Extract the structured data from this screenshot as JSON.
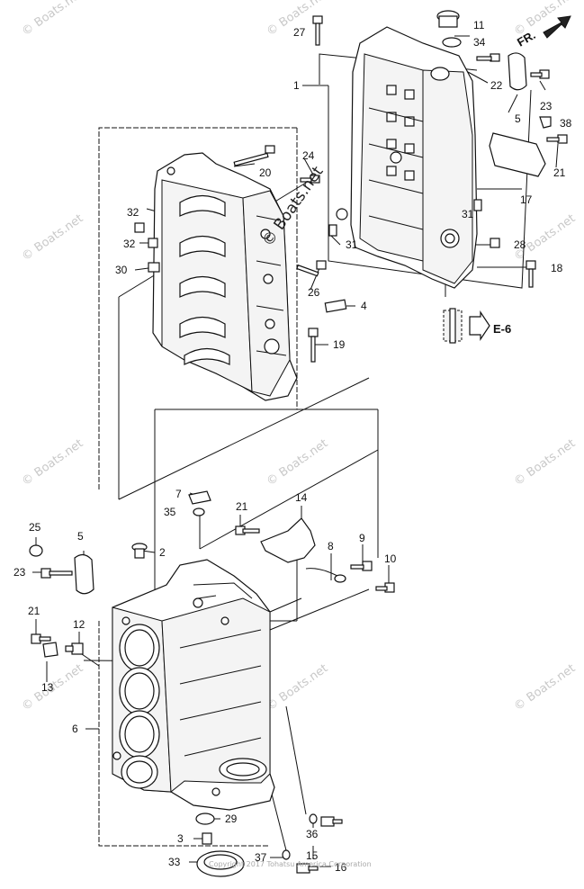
{
  "callouts": {
    "c1": "1",
    "c2": "2",
    "c3": "3",
    "c4": "4",
    "c5a": "5",
    "c5b": "5",
    "c6": "6",
    "c7": "7",
    "c8": "8",
    "c9": "9",
    "c10": "10",
    "c11": "11",
    "c12": "12",
    "c13": "13",
    "c14": "14",
    "c15": "15",
    "c16": "16",
    "c17": "17",
    "c18": "18",
    "c19": "19",
    "c20": "20",
    "c21a": "21",
    "c21b": "21",
    "c21c": "21",
    "c22": "22",
    "c23a": "23",
    "c23b": "23",
    "c24": "24",
    "c25": "25",
    "c26": "26",
    "c27": "27",
    "c28": "28",
    "c29": "29",
    "c30": "30",
    "c31a": "31",
    "c31b": "31",
    "c32a": "32",
    "c32b": "32",
    "c33": "33",
    "c34": "34",
    "c35": "35",
    "c36": "36",
    "c37": "37",
    "c38": "38"
  },
  "ref_label": "E-6",
  "front_label": "FR.",
  "watermarks": {
    "center": "© Boats.net",
    "tile": "© Boats.net"
  },
  "copyright": "Copyright 2017 Tohatsu America Corporation",
  "colors": {
    "line": "#111111",
    "watermark": "#c9c9c9",
    "background": "#ffffff"
  }
}
